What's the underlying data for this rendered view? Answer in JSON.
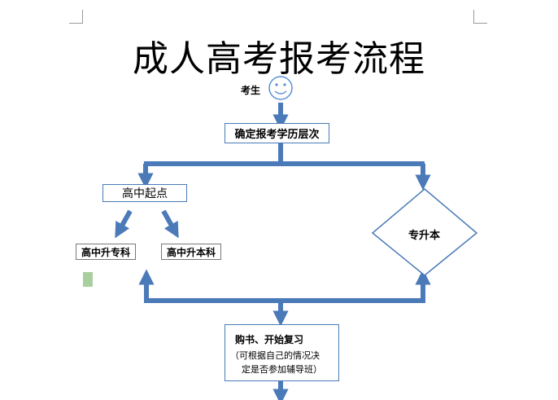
{
  "title": "成人高考报考流程",
  "nodes": {
    "candidate": "考生",
    "determine_level": "确定报考学历层次",
    "high_school_start": "高中起点",
    "hs_to_junior": "高中升专科",
    "hs_to_bachelor": "高中升本科",
    "junior_to_bachelor": "专升本",
    "buy_books": "购书、开始复习",
    "note_line1": "（可根据自己的情况决",
    "note_line2": "定是否参加辅导班）"
  },
  "colors": {
    "arrow": "#4a7ab8",
    "box_border": "#4a7ab8",
    "smiley": "#5b8fd6",
    "marker": "#a9cf9e"
  }
}
